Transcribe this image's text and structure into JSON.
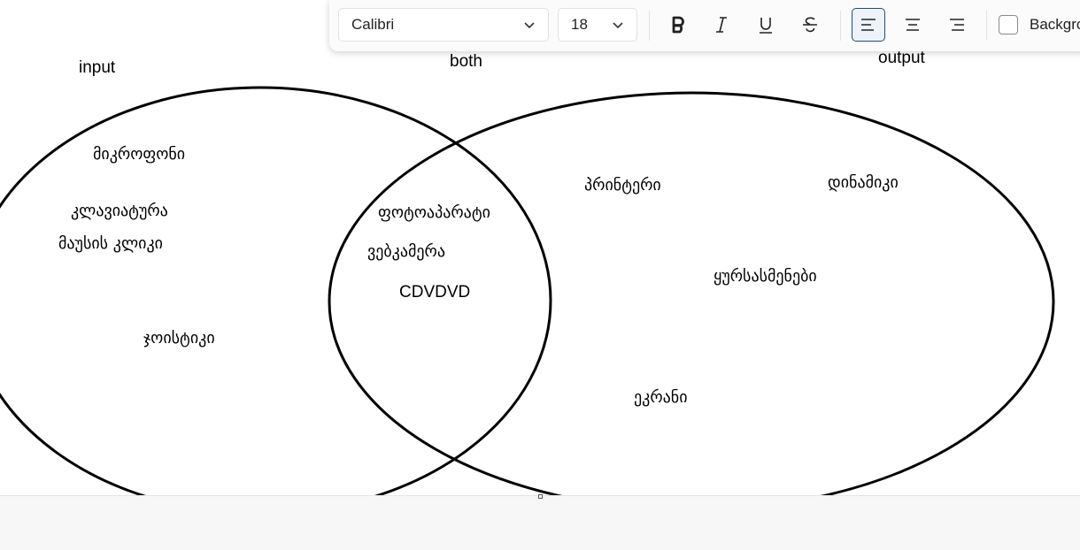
{
  "diagram": {
    "headers": {
      "input": "input",
      "both": "both",
      "output": "output"
    },
    "input_items": [
      "მიკროფონი",
      "კლავიატურა",
      "მაუსის კლიკი",
      "ჯოისტიკი"
    ],
    "both_items": [
      "ფოტოაპარატი",
      "ვებკამერა",
      "CDVDVD"
    ],
    "output_items": [
      "პრინტერი",
      "დინამიკი",
      "ყურსასმენები",
      "ეკრანი"
    ]
  },
  "toolbar": {
    "font_family": "Calibri",
    "font_size": "18",
    "background_label": "Backgro",
    "bold_icon": "bold-icon",
    "italic_icon": "italic-icon",
    "underline_icon": "underline-icon",
    "strikethrough_icon": "strikethrough-icon",
    "align_left_icon": "align-left-icon",
    "align_center_icon": "align-center-icon",
    "align_right_icon": "align-right-icon",
    "active_alignment": "left",
    "accent_color": "#1f4e79"
  }
}
